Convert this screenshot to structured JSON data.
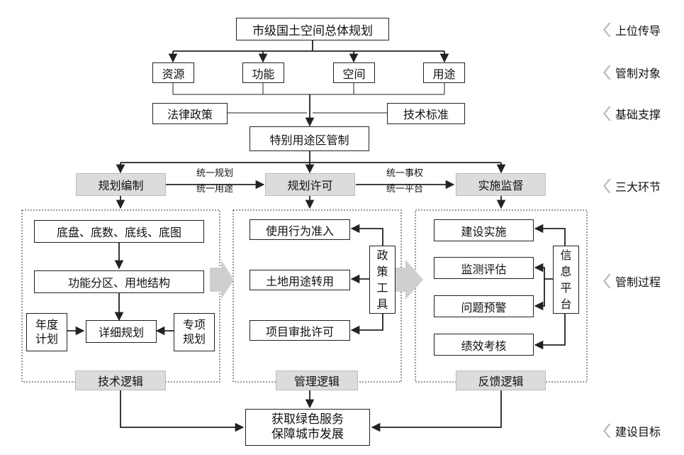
{
  "top": "市级国土空间总体规划",
  "objects": [
    "资源",
    "功能",
    "空间",
    "用途"
  ],
  "basis": {
    "left": "法律政策",
    "right": "技术标准"
  },
  "special": "特别用途区管制",
  "links": {
    "plan_to_permit": [
      "统一规划",
      "统一用途"
    ],
    "permit_to_supervise": [
      "统一事权",
      "统一平台"
    ]
  },
  "stages": [
    "规划编制",
    "规划许可",
    "实施监督"
  ],
  "tech": {
    "items": [
      "底盘、底数、底线、底图",
      "功能分区、用地结构",
      "详细规划"
    ],
    "annual": [
      "年度",
      "计划"
    ],
    "special_plan": [
      "专项",
      "规划"
    ],
    "logic": "技术逻辑"
  },
  "mgmt": {
    "items": [
      "使用行为准入",
      "土地用途转用",
      "项目审批许可"
    ],
    "tool": [
      "政",
      "策",
      "工",
      "具"
    ],
    "logic": "管理逻辑"
  },
  "feedback": {
    "items": [
      "建设实施",
      "监测评估",
      "问题预警",
      "绩效考核"
    ],
    "platform": [
      "信",
      "息",
      "平",
      "台"
    ],
    "logic": "反馈逻辑"
  },
  "goal": [
    "获取绿色服务",
    "保障城市发展"
  ],
  "side_labels": [
    "上位传导",
    "管制对象",
    "基础支撑",
    "三大环节",
    "管制过程",
    "建设目标"
  ],
  "colors": {
    "line": "#222222",
    "gray_box": "#dcdcdc",
    "big_arrow": "#cfcfcf",
    "chevron": "#bdbdbd"
  }
}
